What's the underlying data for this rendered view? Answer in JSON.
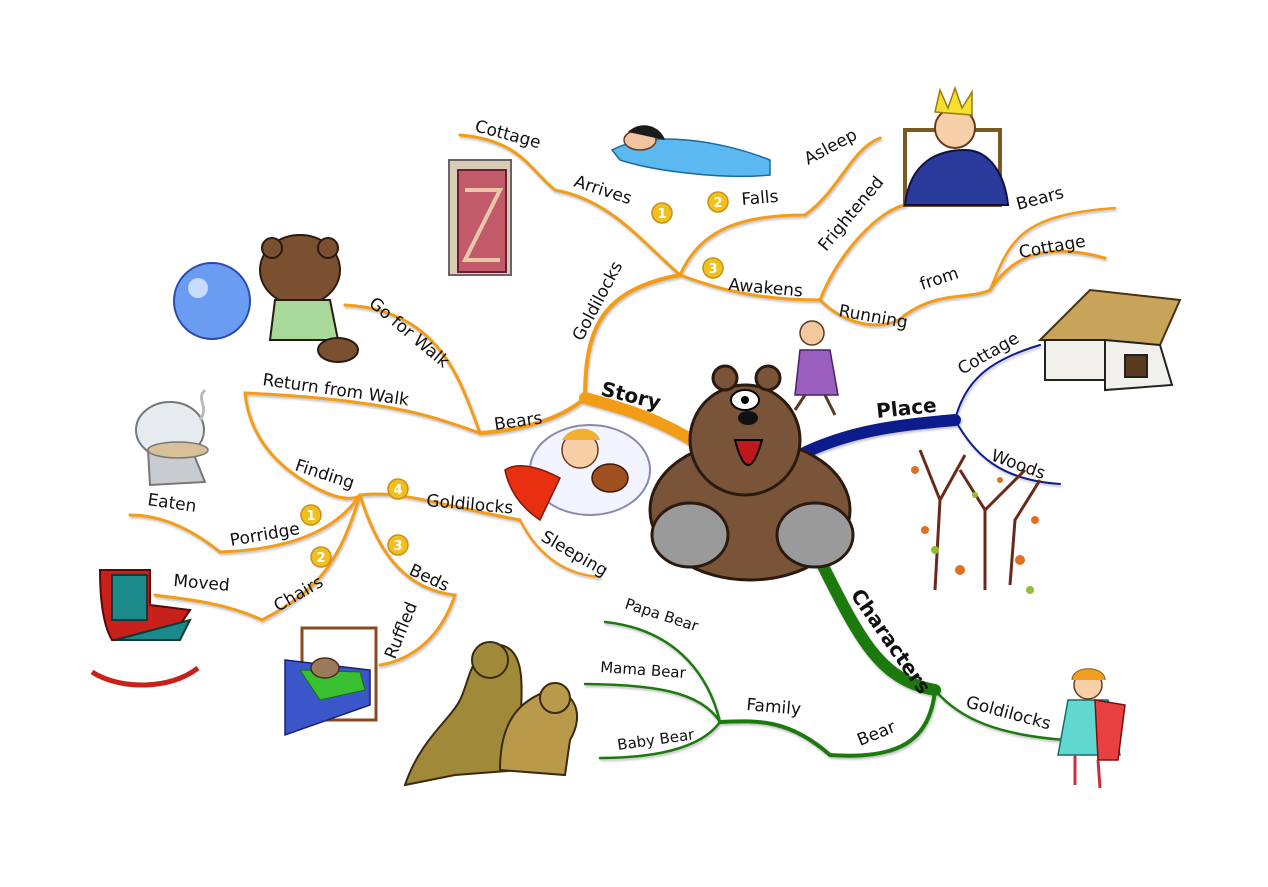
{
  "main_branches": {
    "story": "Story",
    "place": "Place",
    "characters": "Characters"
  },
  "story": {
    "goldilocks": "Goldilocks",
    "arrives": "Arrives",
    "arrives_cottage": "Cottage",
    "falls": "Falls",
    "asleep": "Asleep",
    "awakens": "Awakens",
    "frightened": "Frightened",
    "running": "Running",
    "from": "from",
    "run_bears": "Bears",
    "run_cottage": "Cottage",
    "bears": "Bears",
    "go_for_walk": "Go for Walk",
    "return_from_walk": "Return from Walk",
    "finding": "Finding",
    "porridge": "Porridge",
    "eaten": "Eaten",
    "chairs": "Chairs",
    "moved": "Moved",
    "beds": "Beds",
    "ruffled": "Ruffled",
    "goldilocks2": "Goldilocks",
    "sleeping": "Sleeping",
    "n1": "1",
    "n2": "2",
    "n3": "3",
    "n4": "4",
    "f1": "1",
    "f2": "2",
    "f3": "3"
  },
  "place": {
    "cottage": "Cottage",
    "woods": "Woods"
  },
  "characters": {
    "bear": "Bear",
    "family": "Family",
    "papa": "Papa Bear",
    "mama": "Mama Bear",
    "baby": "Baby Bear",
    "goldilocks": "Goldilocks"
  },
  "colors": {
    "story": "#f39c12",
    "place": "#0d1a8c",
    "characters": "#1a7a0e",
    "badge": "#f2c01e"
  },
  "images": [
    "central-bear",
    "sleeping-woman",
    "scared-boy-in-bed",
    "door",
    "teddy-bear-with-ball",
    "girl-running",
    "cottage-house",
    "autumn-trees",
    "porridge-pot",
    "girl-sleeping-in-bed",
    "rocking-chair",
    "bed-with-teddy",
    "two-bears",
    "goldilocks-doll"
  ]
}
